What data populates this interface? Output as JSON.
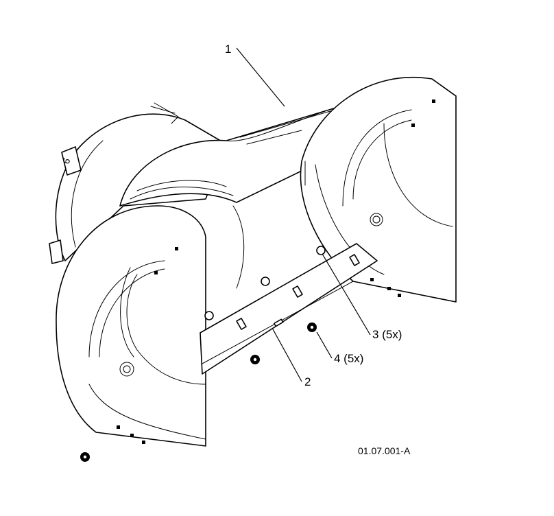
{
  "callouts": {
    "c1": "1",
    "c2": "2",
    "c3": "3 (5x)",
    "c4": "4 (5x)"
  },
  "reference": "01.07.001-A",
  "housing_tab_label": "6"
}
